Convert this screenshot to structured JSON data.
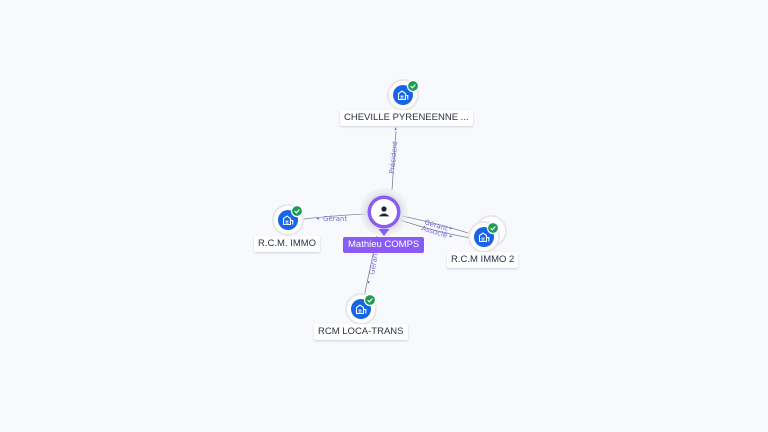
{
  "colors": {
    "background": "#f8f9fc",
    "edge": "#7d8491",
    "edge_label": "#7b6cd9",
    "company_icon": "#1565e6",
    "check_badge": "#1f9b54",
    "person_accent": "#8a5cf5"
  },
  "person": {
    "name": "Mathieu COMPS",
    "icon": "user-icon"
  },
  "companies": [
    {
      "id": "cheville",
      "name": "CHEVILLE PYRENEENNE ...",
      "relation": "Président",
      "verified": true,
      "icon": "building-icon"
    },
    {
      "id": "rcm-immo",
      "name": "R.C.M. IMMO",
      "relation": "Gérant",
      "verified": true,
      "icon": "building-icon"
    },
    {
      "id": "rcm-immo-2",
      "name": "R.C.M IMMO 2",
      "relation": "Gérant",
      "relation_secondary": "Associé",
      "verified": true,
      "icon": "building-icon"
    },
    {
      "id": "rcm-loca-trans",
      "name": "RCM LOCA-TRANS",
      "relation": "Gérant",
      "verified": true,
      "icon": "building-icon"
    }
  ]
}
